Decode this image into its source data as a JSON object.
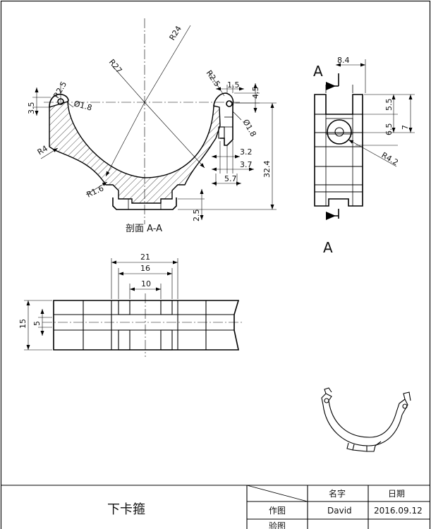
{
  "section_view": {
    "caption": "剖面 A-A",
    "dims": {
      "r24": "R24",
      "r27": "R27",
      "r25_left": "R2.5",
      "r25_right": "R2.5",
      "d18_left": "Ø1.8",
      "d18_right": "Ø1.8",
      "h35": "3.5",
      "r4": "R4",
      "r16": "R1.6",
      "w15": "1.5",
      "h45": "4.5",
      "w32": "3.2",
      "w37": "3.7",
      "w57": "5.7",
      "h324": "32.4",
      "h25": "2.5"
    }
  },
  "side_view": {
    "section_letter_top": "A",
    "section_label_bottom": "A",
    "dims": {
      "w84": "8.4",
      "h55": "5.5",
      "h65": "6.5",
      "h7": "7",
      "r42": "R4.2"
    }
  },
  "bottom_view": {
    "dims": {
      "w21": "21",
      "w16": "16",
      "w10": "10",
      "h15": "15",
      "h5": "5"
    }
  },
  "title_block": {
    "part_name": "下卡箍",
    "col_name": "名字",
    "col_date": "日期",
    "row_drawn": "作图",
    "row_checked": "验图",
    "drawn_by": "David",
    "drawn_date": "2016.09.12"
  }
}
